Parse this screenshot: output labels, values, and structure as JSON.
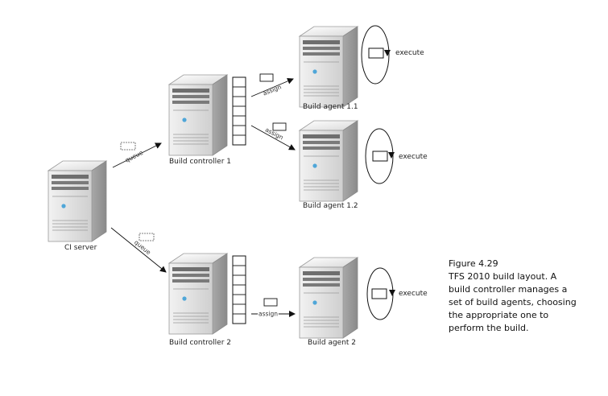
{
  "nodes": {
    "ci_server": "CI server",
    "controller_1": "Build controller 1",
    "controller_2": "Build controller 2",
    "agent_1_1": "Build agent 1.1",
    "agent_1_2": "Build agent 1.2",
    "agent_2": "Build agent 2"
  },
  "edges": {
    "queue": "queue",
    "assign": "assign"
  },
  "loop_label": "execute",
  "caption": {
    "figure": "Figure 4.29",
    "lines": [
      "TFS 2010 build layout. A",
      "build controller manages a",
      "set of build agents, choosing",
      "the appropriate one to",
      "perform the build."
    ]
  }
}
